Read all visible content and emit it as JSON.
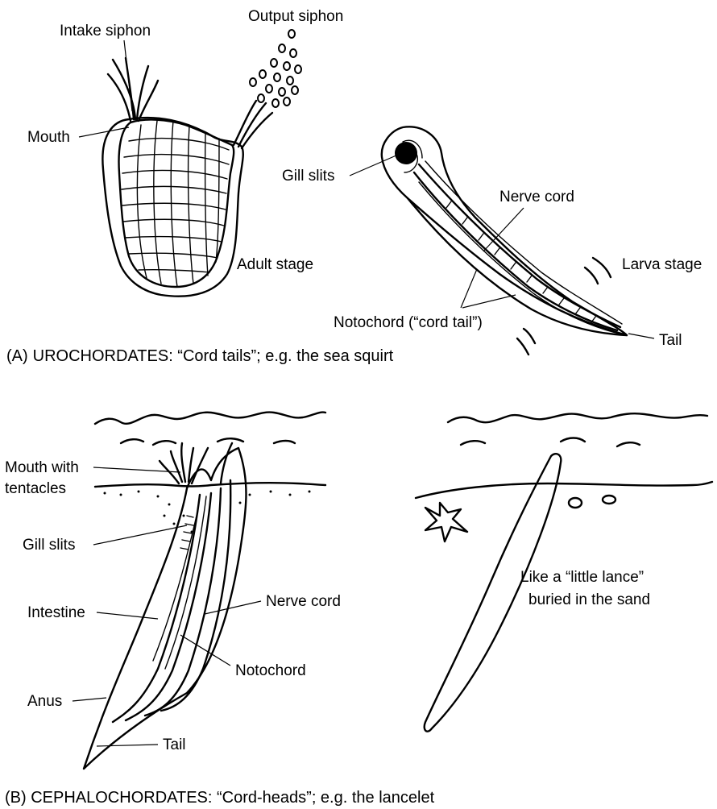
{
  "panel_a": {
    "caption_prefix": "(A)",
    "caption": "UROCHORDATES: “Cord tails”; e.g. the sea squirt",
    "labels": {
      "intake_siphon": "Intake siphon",
      "output_siphon": "Output siphon",
      "mouth": "Mouth",
      "adult_stage": "Adult stage",
      "gill_slits": "Gill slits",
      "nerve_cord": "Nerve cord",
      "larva_stage": "Larva stage",
      "notochord": "Notochord (“cord tail”)",
      "tail": "Tail"
    }
  },
  "panel_b": {
    "caption": "(B) CEPHALOCHORDATES: “Cord-heads”; e.g. the lancelet",
    "labels": {
      "mouth_with": "Mouth with",
      "tentacles": "tentacles",
      "gill_slits": "Gill slits",
      "intestine": "Intestine",
      "nerve_cord": "Nerve cord",
      "notochord": "Notochord",
      "anus": "Anus",
      "tail": "Tail",
      "lance_line1": "Like a “little lance”",
      "lance_line2": "buried in the sand"
    }
  }
}
